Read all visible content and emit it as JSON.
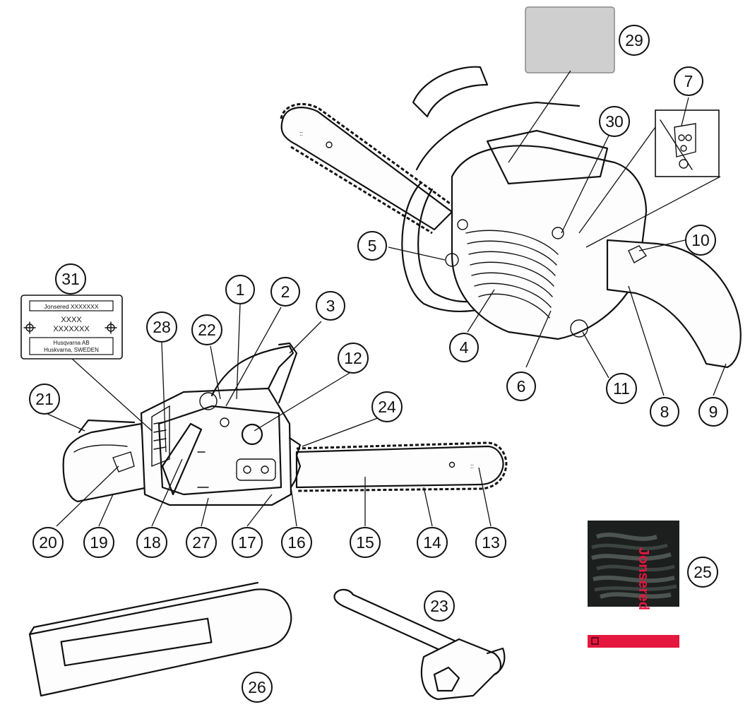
{
  "callouts": {
    "c1": "1",
    "c2": "2",
    "c3": "3",
    "c4": "4",
    "c5": "5",
    "c6": "6",
    "c7": "7",
    "c8": "8",
    "c9": "9",
    "c10": "10",
    "c11": "11",
    "c12": "12",
    "c13": "13",
    "c14": "14",
    "c15": "15",
    "c16": "16",
    "c17": "17",
    "c18": "18",
    "c19": "19",
    "c20": "20",
    "c21": "21",
    "c22": "22",
    "c23": "23",
    "c24": "24",
    "c25": "25",
    "c26": "26",
    "c27": "27",
    "c28": "28",
    "c29": "29",
    "c30": "30",
    "c31": "31"
  },
  "plate": {
    "line1": "Jonsered XXXXXXX",
    "line2": "XXXX",
    "line3": "XXXXXXX",
    "line4": "Husqvarna AB",
    "line5": "Huskvarna, SWEDEN"
  },
  "manual_brand": "Jonsered",
  "colors": {
    "accent": "#e5173f",
    "label_gray": "#cfcfcf",
    "line": "#111111"
  }
}
